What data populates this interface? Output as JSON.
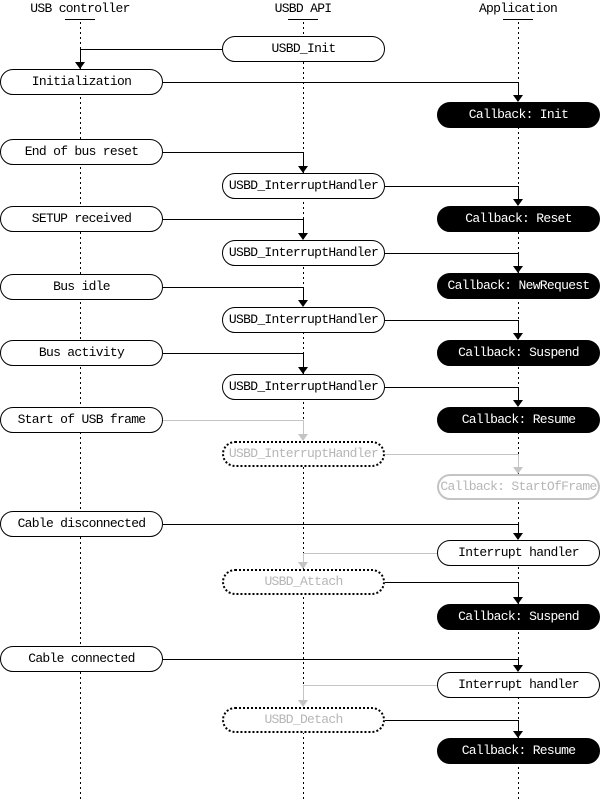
{
  "diagram": {
    "columns": [
      {
        "id": "usb-controller",
        "label": "USB controller"
      },
      {
        "id": "usbd-api",
        "label": "USBD API"
      },
      {
        "id": "application",
        "label": "Application"
      }
    ],
    "colors": {
      "active_line": "#000000",
      "inactive_line": "#c4c4c4",
      "inactive_text": "#b6b6b6",
      "callback_bg": "#000000",
      "callback_text": "#ffffff",
      "box_bg": "#ffffff",
      "box_border": "#000000"
    },
    "nodes": [
      {
        "id": "usbd-init",
        "label": "USBD_Init",
        "style": "plain"
      },
      {
        "id": "initialization",
        "label": "Initialization",
        "style": "plain"
      },
      {
        "id": "callback-init",
        "label": "Callback: Init",
        "style": "callback"
      },
      {
        "id": "end-of-bus-reset",
        "label": "End of bus reset",
        "style": "plain"
      },
      {
        "id": "interrupt-1",
        "label": "USBD_InterruptHandler",
        "style": "plain"
      },
      {
        "id": "callback-reset",
        "label": "Callback: Reset",
        "style": "callback"
      },
      {
        "id": "setup-received",
        "label": "SETUP received",
        "style": "plain"
      },
      {
        "id": "interrupt-2",
        "label": "USBD_InterruptHandler",
        "style": "plain"
      },
      {
        "id": "callback-newrequest",
        "label": "Callback: NewRequest",
        "style": "callback"
      },
      {
        "id": "bus-idle",
        "label": "Bus idle",
        "style": "plain"
      },
      {
        "id": "interrupt-3",
        "label": "USBD_InterruptHandler",
        "style": "plain"
      },
      {
        "id": "callback-suspend-1",
        "label": "Callback: Suspend",
        "style": "callback"
      },
      {
        "id": "bus-activity",
        "label": "Bus activity",
        "style": "plain"
      },
      {
        "id": "interrupt-4",
        "label": "USBD_InterruptHandler",
        "style": "plain"
      },
      {
        "id": "callback-resume-1",
        "label": "Callback: Resume",
        "style": "callback"
      },
      {
        "id": "start-of-usb-frame",
        "label": "Start of USB frame",
        "style": "plain"
      },
      {
        "id": "interrupt-5",
        "label": "USBD_InterruptHandler",
        "style": "ghost-dotted"
      },
      {
        "id": "callback-startofframe",
        "label": "Callback: StartOfFrame",
        "style": "ghost-solid"
      },
      {
        "id": "cable-disconnected",
        "label": "Cable disconnected",
        "style": "plain"
      },
      {
        "id": "hw-interrupt-1",
        "label": "Interrupt handler",
        "style": "plain"
      },
      {
        "id": "usbd-attach",
        "label": "USBD_Attach",
        "style": "ghost-dotted"
      },
      {
        "id": "callback-suspend-2",
        "label": "Callback: Suspend",
        "style": "callback"
      },
      {
        "id": "cable-connected",
        "label": "Cable connected",
        "style": "plain"
      },
      {
        "id": "hw-interrupt-2",
        "label": "Interrupt handler",
        "style": "plain"
      },
      {
        "id": "usbd-detach",
        "label": "USBD_Detach",
        "style": "ghost-dotted"
      },
      {
        "id": "callback-resume-2",
        "label": "Callback: Resume",
        "style": "callback"
      }
    ],
    "connectors": [
      {
        "from": "usbd-init",
        "to": "initialization",
        "tone": "active"
      },
      {
        "from": "initialization",
        "to": "callback-init",
        "tone": "active"
      },
      {
        "from": "end-of-bus-reset",
        "to": "interrupt-1",
        "tone": "active"
      },
      {
        "from": "interrupt-1",
        "to": "callback-reset",
        "tone": "active"
      },
      {
        "from": "setup-received",
        "to": "interrupt-2",
        "tone": "active"
      },
      {
        "from": "interrupt-2",
        "to": "callback-newrequest",
        "tone": "active"
      },
      {
        "from": "bus-idle",
        "to": "interrupt-3",
        "tone": "active"
      },
      {
        "from": "interrupt-3",
        "to": "callback-suspend-1",
        "tone": "active"
      },
      {
        "from": "bus-activity",
        "to": "interrupt-4",
        "tone": "active"
      },
      {
        "from": "interrupt-4",
        "to": "callback-resume-1",
        "tone": "active"
      },
      {
        "from": "start-of-usb-frame",
        "to": "interrupt-5",
        "tone": "inactive"
      },
      {
        "from": "interrupt-5",
        "to": "callback-startofframe",
        "tone": "inactive"
      },
      {
        "from": "cable-disconnected",
        "to": "hw-interrupt-1",
        "tone": "active"
      },
      {
        "from": "hw-interrupt-1",
        "to": "usbd-attach",
        "tone": "inactive"
      },
      {
        "from": "usbd-attach",
        "to": "callback-suspend-2",
        "tone": "active"
      },
      {
        "from": "cable-connected",
        "to": "hw-interrupt-2",
        "tone": "active"
      },
      {
        "from": "hw-interrupt-2",
        "to": "usbd-detach",
        "tone": "inactive"
      },
      {
        "from": "usbd-detach",
        "to": "callback-resume-2",
        "tone": "active"
      }
    ]
  }
}
